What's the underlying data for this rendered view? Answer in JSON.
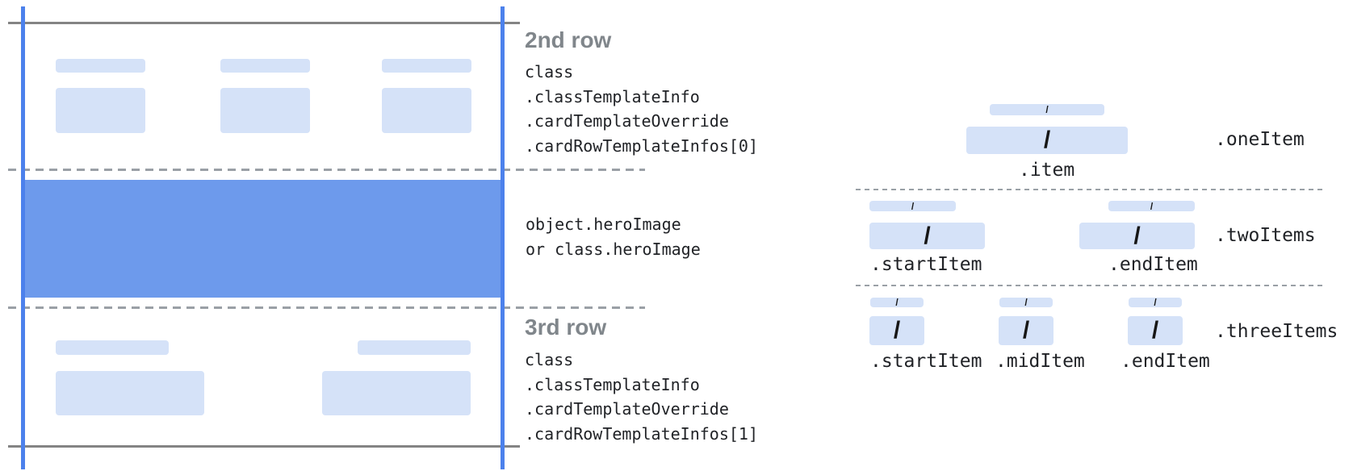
{
  "annotations": {
    "row2": {
      "heading": "2nd row",
      "lines": [
        "class",
        ".classTemplateInfo",
        ".cardTemplateOverride",
        ".cardRowTemplateInfos[0]"
      ]
    },
    "hero": {
      "lines": [
        "object.heroImage",
        "or class.heroImage"
      ]
    },
    "row3": {
      "heading": "3rd row",
      "lines": [
        "class",
        ".classTemplateInfo",
        ".cardTemplateOverride",
        ".cardRowTemplateInfos[1]"
      ]
    }
  },
  "items": {
    "slash_glyph": "/",
    "one": {
      "group_label": ".oneItem",
      "item_label": ".item"
    },
    "two": {
      "group_label": ".twoItems",
      "start_label": ".startItem",
      "end_label": ".endItem"
    },
    "three": {
      "group_label": ".threeItems",
      "start_label": ".startItem",
      "mid_label": ".midItem",
      "end_label": ".endItem"
    }
  },
  "colors": {
    "hero_fill": "#6D9AEC",
    "field_bar_fill": "#D5E2F8",
    "guide_blue": "#4C81EC",
    "border_gray": "#848484",
    "dash_gray": "#9AA0A6",
    "heading_gray": "#80868B",
    "code_text": "#212327",
    "slash_black": "#161616"
  }
}
